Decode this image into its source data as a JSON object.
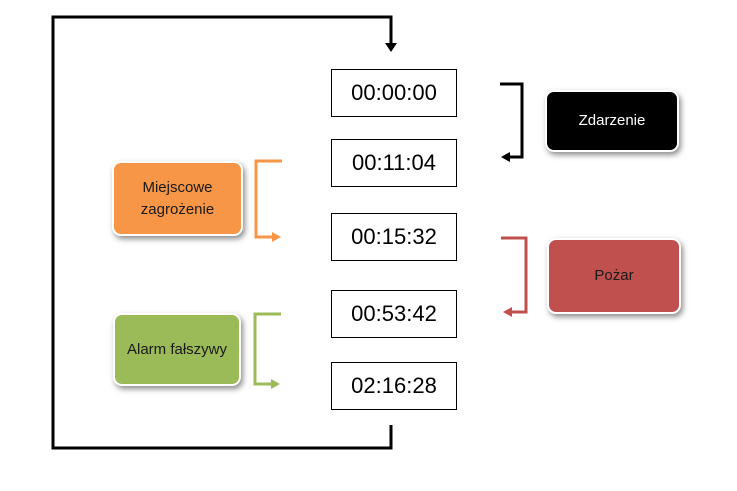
{
  "times": [
    "00:00:00",
    "00:11:04",
    "00:15:32",
    "00:53:42",
    "02:16:28"
  ],
  "labels": {
    "event": "Zdarzenie",
    "fire": "Pożar",
    "local_hazard": "Miejscowe zagrożenie",
    "false_alarm": "Alarm fałszywy"
  },
  "colors": {
    "event": "#000000",
    "event_text": "#ffffff",
    "fire": "#c0504d",
    "fire_text": "#1a1a1a",
    "local_hazard": "#f79646",
    "local_hazard_text": "#1a1a1a",
    "false_alarm": "#9bbb59",
    "false_alarm_text": "#1a1a1a",
    "loop": "#000000"
  }
}
